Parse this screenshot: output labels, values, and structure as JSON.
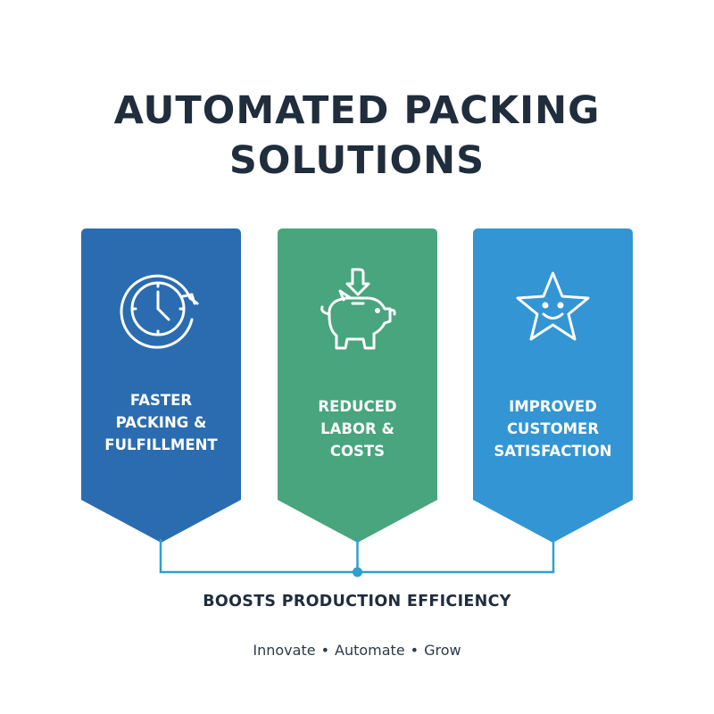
{
  "title": {
    "line1": "AUTOMATED PACKING",
    "line2": "SOLUTIONS"
  },
  "banners": [
    {
      "icon": "clock-refresh-icon",
      "color": "#2b6cb0",
      "label_lines": [
        "FASTER",
        "PACKING &",
        "FULFILLMENT"
      ]
    },
    {
      "icon": "piggy-bank-icon",
      "color": "#48a57e",
      "label_lines": [
        "REDUCED",
        "LABOR &",
        "COSTS"
      ]
    },
    {
      "icon": "smiling-star-icon",
      "color": "#3395d3",
      "label_lines": [
        "IMPROVED",
        "CUSTOMER",
        "SATISFACTION"
      ]
    }
  ],
  "connector_color": "#2f9fd0",
  "caption": "BOOSTS PRODUCTION EFFICIENCY",
  "tagline": {
    "items": [
      "Innovate",
      "Automate",
      "Grow"
    ],
    "separator": "•"
  }
}
